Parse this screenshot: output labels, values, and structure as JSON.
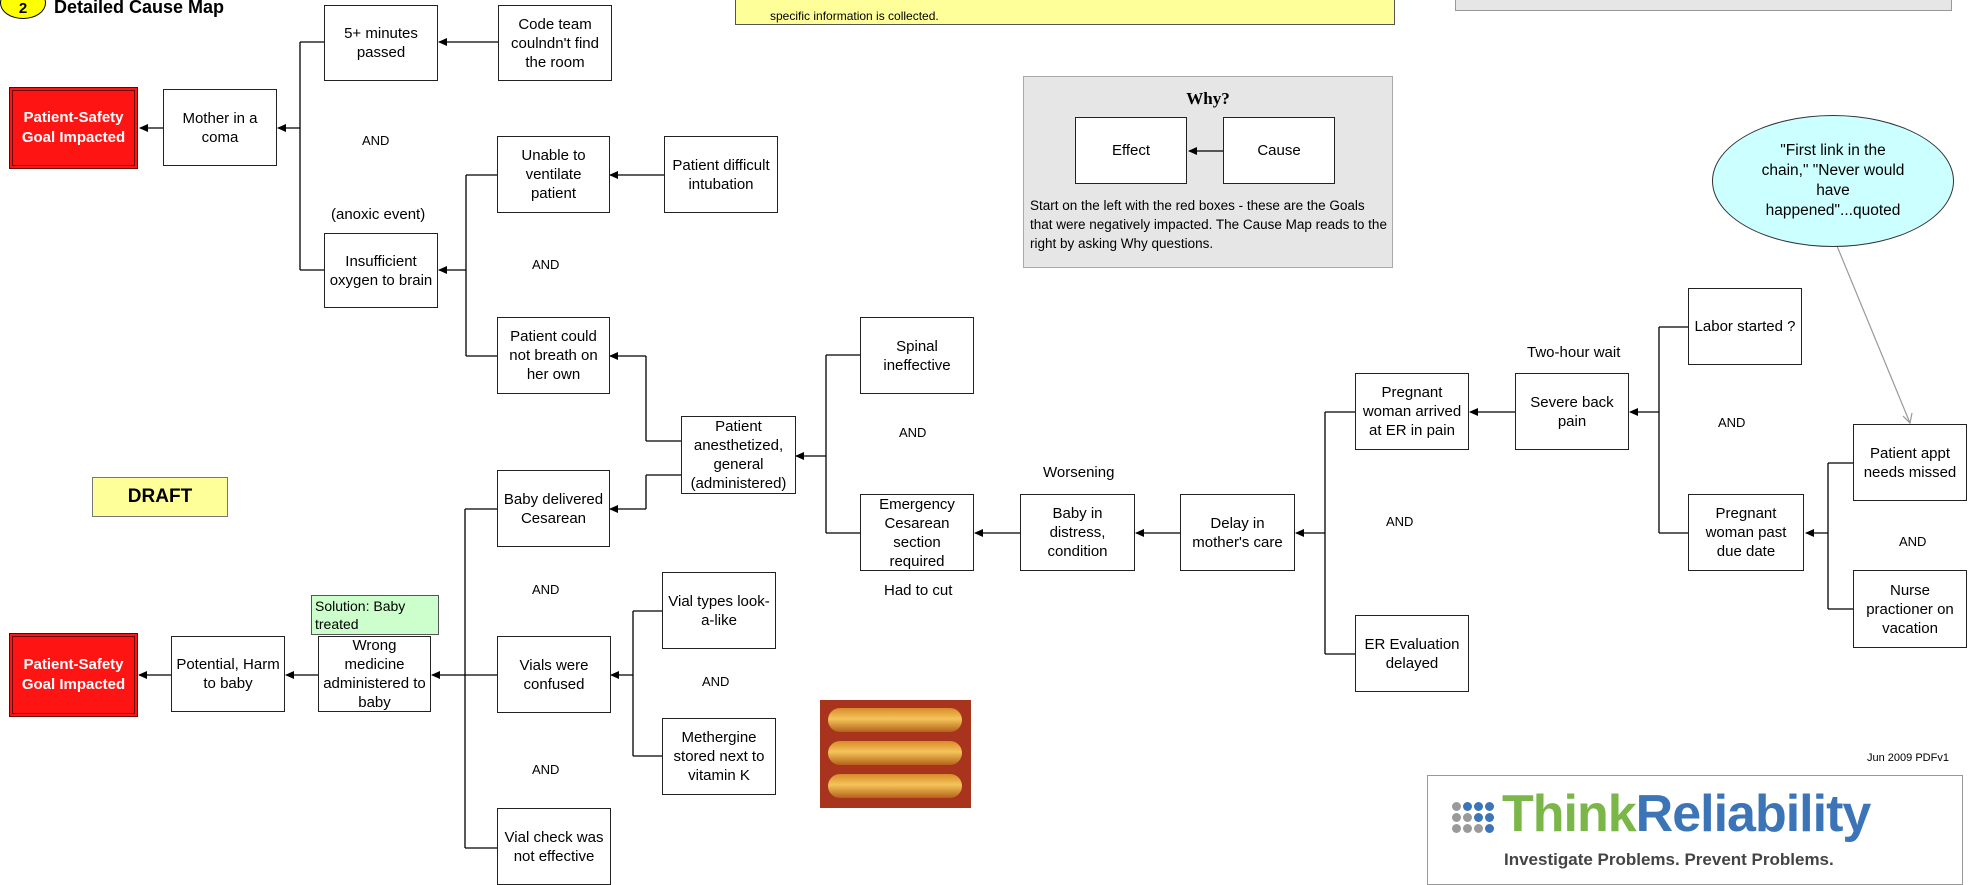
{
  "header": {
    "step_number": "2",
    "title": "Detailed Cause Map"
  },
  "top_note": {
    "text": "specific information is collected."
  },
  "legend": {
    "title": "Why?",
    "effect_label": "Effect",
    "cause_label": "Cause",
    "text": "Start on the left with the red boxes - these are the Goals that were negatively impacted.  The Cause Map reads to the right by asking Why questions."
  },
  "callout": {
    "text": "\"First link in the chain,\" \"Never would have happened\"...quoted"
  },
  "draft_label": "DRAFT",
  "solution_label": "Solution: Baby treated",
  "goals": {
    "top": "Patient-Safety Goal Impacted",
    "bottom": "Patient-Safety Goal Impacted"
  },
  "nodes": {
    "mother_coma": "Mother  in a coma",
    "five_minutes": "5+ minutes passed",
    "code_team": "Code team coulndn't find the room",
    "insufficient_oxygen": "Insufficient oxygen to brain",
    "unable_ventilate": "Unable to ventilate patient",
    "difficult_intubation": "Patient difficult intubation",
    "could_not_breath": "Patient could not breath on her own",
    "anesthetized": "Patient anesthetized, general (administered)",
    "spinal": "Spinal ineffective",
    "emergency_cesarean": "Emergency Cesarean section required",
    "baby_distress": "Baby in distress, condition",
    "delay_care": "Delay in mother's care",
    "pregnant_er": "Pregnant woman arrived at ER in pain",
    "severe_back": "Severe back pain",
    "labor_started": "Labor started ?",
    "past_due": "Pregnant woman past due date",
    "appt_missed": "Patient appt needs missed",
    "nurse_vacation": "Nurse practioner on vacation",
    "er_eval": "ER Evaluation delayed",
    "baby_delivered": "Baby delivered Cesarean",
    "vials_confused": "Vials were confused",
    "vial_types": "Vial types look-a-like",
    "methergine": "Methergine stored next to vitamin K",
    "vial_check": "Vial check was not effective",
    "wrong_medicine": "Wrong medicine administered to baby",
    "potential_harm": "Potential, Harm to baby"
  },
  "labels": {
    "anoxic": "(anoxic event)",
    "worsening": "Worsening",
    "had_to_cut": "Had to cut",
    "two_hour": "Two-hour wait",
    "and": "AND"
  },
  "footer": {
    "version": "Jun 2009 PDFv1",
    "brand_think": "Think",
    "brand_reliability": "Reliability",
    "tagline": "Investigate Problems. Prevent Problems."
  },
  "colors": {
    "goal_red": "#ff1414",
    "yellow_note": "#ffff99",
    "green_solution": "#ccffcc",
    "callout_cyan": "#ccffff",
    "brand_green": "#7ab648",
    "brand_blue": "#3c74b8"
  }
}
